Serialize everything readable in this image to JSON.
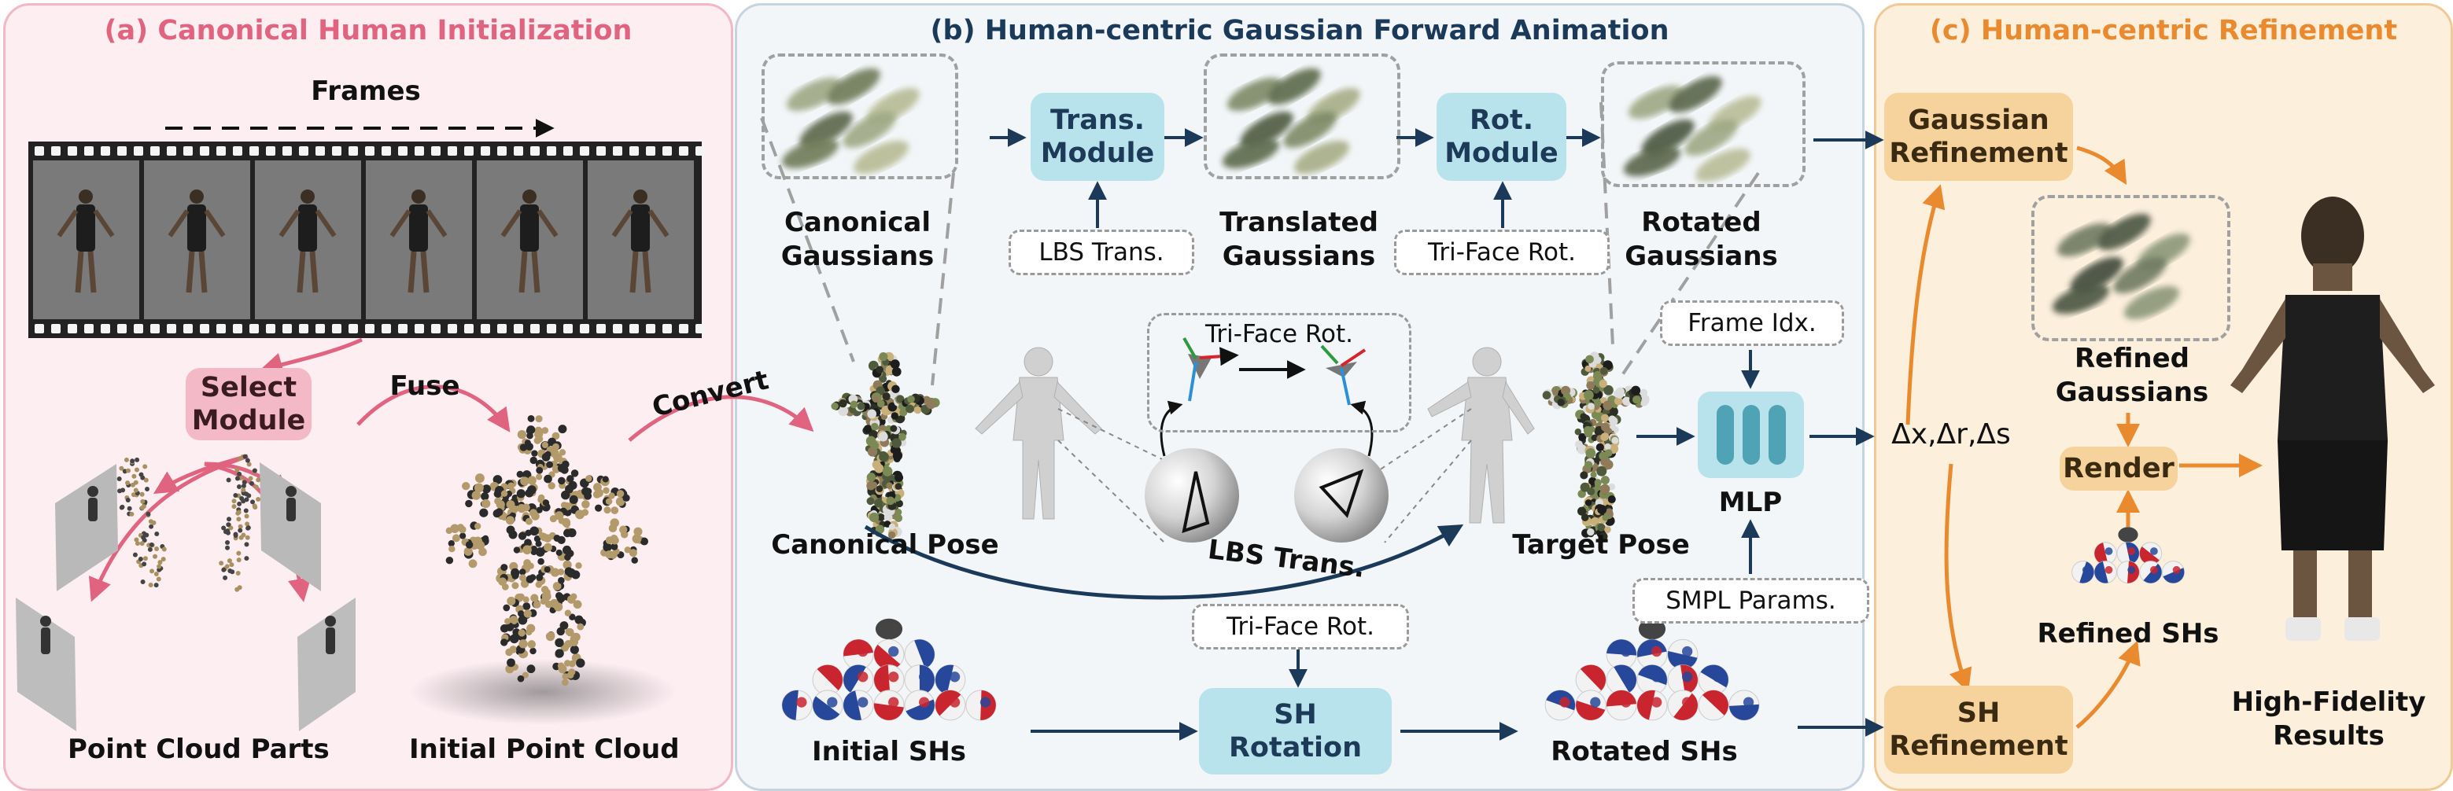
{
  "panels": {
    "a": {
      "title": "(a) Canonical Human Initialization"
    },
    "b": {
      "title": "(b) Human-centric Gaussian Forward Animation"
    },
    "c": {
      "title": "(c) Human-centric Refinement"
    }
  },
  "a": {
    "frames": "Frames",
    "select_module": "Select\nModule",
    "fuse": "Fuse",
    "point_cloud_parts": "Point Cloud Parts",
    "initial_point_cloud": "Initial Point Cloud",
    "convert": "Convert"
  },
  "b": {
    "canonical_gaussians": "Canonical\nGaussians",
    "trans_module": "Trans.\nModule",
    "translated_gaussians": "Translated\nGaussians",
    "rot_module": "Rot.\nModule",
    "rotated_gaussians": "Rotated\nGaussians",
    "lbs_trans_box": "LBS Trans.",
    "triface_rot_box": "Tri-Face Rot.",
    "triface_rot_title": "Tri-Face Rot.",
    "frame_idx": "Frame Idx.",
    "canonical_pose": "Canonical Pose",
    "target_pose": "Target Pose",
    "lbs_trans_curve": "LBS Trans.",
    "mlp": "MLP",
    "smpl_params": "SMPL Params.",
    "triface_rot_sh": "Tri-Face Rot.",
    "initial_shs": "Initial SHs",
    "sh_rotation": "SH\nRotation",
    "rotated_shs": "Rotated SHs"
  },
  "c": {
    "gaussian_refinement": "Gaussian\nRefinement",
    "refined_gaussians": "Refined\nGaussians",
    "render": "Render",
    "refined_shs": "Refined SHs",
    "sh_refinement": "SH\nRefinement",
    "high_fidelity": "High-Fidelity\nResults",
    "delta_label": "Δx,Δr,Δs"
  },
  "colors": {
    "pink": "#e0647f",
    "navy": "#1b3a5a",
    "orange": "#e98a2f",
    "module_blue": "#b9e3ec",
    "refine_orange": "#f6d29c"
  }
}
